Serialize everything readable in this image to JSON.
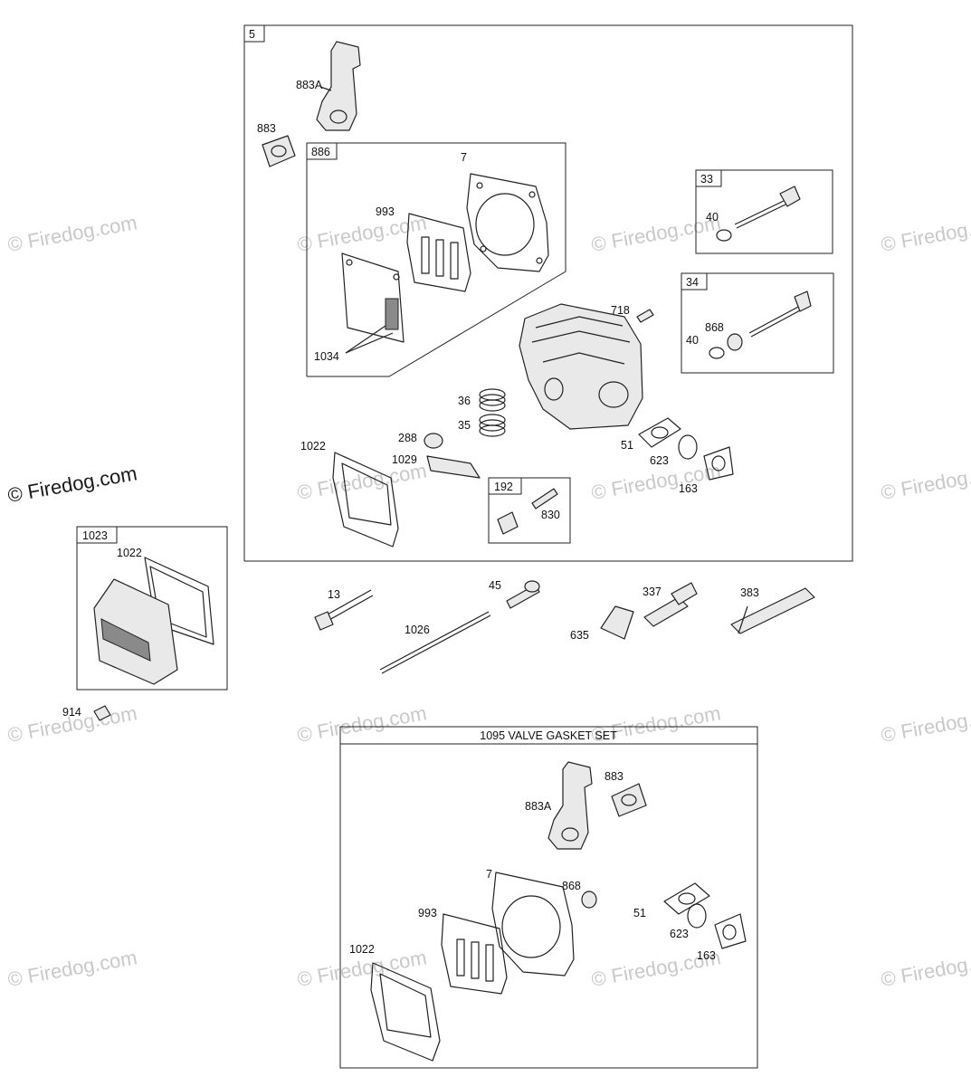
{
  "watermark": {
    "text": "© Firedog.com",
    "main_text": "© Firedog.com"
  },
  "boxes": {
    "main": "5",
    "head_gasket": "886",
    "exhaust_valve": "33",
    "intake_valve": "34",
    "valve_cover": "1023",
    "fitting": "192",
    "gasket_set": "1095 VALVE GASKET SET"
  },
  "parts": {
    "p883A": "883A",
    "p883": "883",
    "p7": "7",
    "p993": "993",
    "p1034": "1034",
    "p40a": "40",
    "p40b": "40",
    "p868": "868",
    "p718": "718",
    "p36": "36",
    "p35": "35",
    "p288": "288",
    "p1029": "1029",
    "p1022a": "1022",
    "p51": "51",
    "p623": "623",
    "p163": "163",
    "p830": "830",
    "p1022b": "1022",
    "p914": "914",
    "p13": "13",
    "p45": "45",
    "p1026": "1026",
    "p337": "337",
    "p383": "383",
    "p635": "635",
    "s883A": "883A",
    "s883": "883",
    "s7": "7",
    "s868": "868",
    "s993": "993",
    "s51": "51",
    "s623": "623",
    "s163": "163",
    "s1022": "1022"
  },
  "colors": {
    "line": "#222222",
    "watermark": "#c9c9c9",
    "background": "#ffffff"
  }
}
